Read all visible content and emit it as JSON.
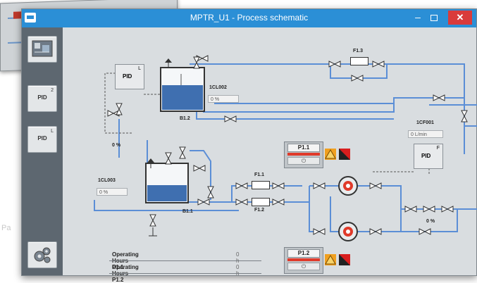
{
  "window": {
    "title": "MPTR_U1 - Process schematic",
    "minimize_label": "–",
    "close_label": "✕"
  },
  "background_text": "Pa",
  "sidebar": {
    "buttons": [
      {
        "label": "",
        "icon": "overview-image-icon"
      },
      {
        "label": "PID",
        "sup": "2"
      },
      {
        "label": "PID",
        "sup": "L"
      },
      {
        "label": "",
        "icon": "settings-gears-icon"
      }
    ]
  },
  "tanks": {
    "b12": {
      "label": "B1.2"
    },
    "b11": {
      "label": "B1.1"
    }
  },
  "level_indicators": {
    "lcl002": {
      "tag": "1CL002",
      "value": "0 %"
    },
    "lcl003": {
      "tag": "1CL003",
      "value": "0 %"
    },
    "fcr001": {
      "tag": "1CF001",
      "value": "0 L/min"
    },
    "valve_pct_left": {
      "value": "0 %"
    },
    "valve_pct_right": {
      "value": "0 %"
    }
  },
  "filters": {
    "f13": {
      "label": "F1.3"
    },
    "f11": {
      "label": "F1.1"
    },
    "f12": {
      "label": "F1.2"
    }
  },
  "pid_boxes": {
    "pid_top": {
      "label": "PID",
      "sup": "L"
    },
    "pid_right": {
      "label": "PID",
      "sup": "F"
    }
  },
  "pump_panels": {
    "p11": {
      "name": "P1.1",
      "button": "⏻"
    },
    "p12": {
      "name": "P1.2",
      "button": "⏻"
    }
  },
  "operating_hours": [
    {
      "label": "Operating Hours P1.1",
      "value": "0 h"
    },
    {
      "label": "Operating Hours P1.2",
      "value": "0 h"
    }
  ],
  "colors": {
    "titlebar": "#2b8fd6",
    "pipe": "#5b8ed6",
    "water": "#3f6fb0",
    "alarm_orange": "#f0a020",
    "alarm_red": "#d81e1e"
  }
}
